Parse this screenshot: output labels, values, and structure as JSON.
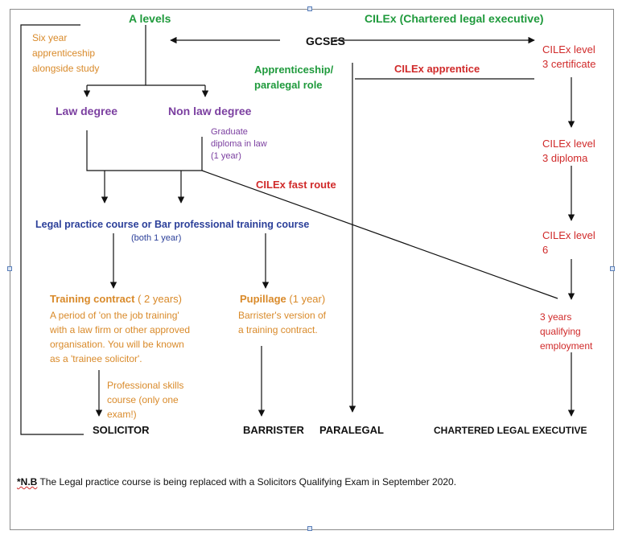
{
  "nodes": {
    "a_levels": "A levels",
    "cilex_title": "CILEx (Chartered legal executive)",
    "gcses": "GCSES",
    "six_year": [
      "Six year",
      "apprenticeship",
      "alongside study"
    ],
    "apprenticeship_role": [
      "Apprenticeship/",
      "paralegal role"
    ],
    "cilex_apprentice": "CILEx apprentice",
    "cilex_l3_cert": [
      "CILEx level",
      "3 certificate"
    ],
    "law_degree": "Law degree",
    "non_law_degree": "Non law degree",
    "graduate_diploma": [
      "Graduate",
      "diploma in law",
      "(1 year)"
    ],
    "cilex_l3_diploma": [
      "CILEx level",
      "3 diploma"
    ],
    "cilex_fast_route": "CILEx fast route",
    "lpc_bptc": "Legal practice course  or Bar professional  training course",
    "both_one_year": "(both 1 year)",
    "cilex_l6": [
      "CILEx level",
      "6"
    ],
    "training_contract_title": "Training contract",
    "training_contract_duration": " ( 2 years)",
    "training_contract_desc": [
      "A period of 'on the job training'",
      "with a law firm or other approved",
      "organisation.  You will be known",
      "as a 'trainee solicitor'."
    ],
    "pupillage_title": "Pupillage",
    "pupillage_duration": " (1 year)",
    "pupillage_desc": [
      "Barrister's version  of",
      "a training contract."
    ],
    "qualifying_employment": [
      "3 years",
      "qualifying",
      "employment"
    ],
    "professional_skills": [
      "Professional skills",
      "course  (only one",
      "exam!)"
    ],
    "solicitor": "SOLICITOR",
    "barrister": "BARRISTER",
    "paralegal": "PARALEGAL",
    "chartered_legal_executive": "CHARTERED  LEGAL  EXECUTIVE"
  },
  "footnote": {
    "prefix": "*N.B",
    "text": " The Legal practice course is being replaced with a Solicitors Qualifying Exam in September 2020."
  },
  "colors": {
    "green": "#1f9a3c",
    "red": "#d02a2a",
    "purple": "#7b3fa0",
    "orange": "#d98a2a",
    "blue": "#2b3f99",
    "black": "#111111"
  }
}
